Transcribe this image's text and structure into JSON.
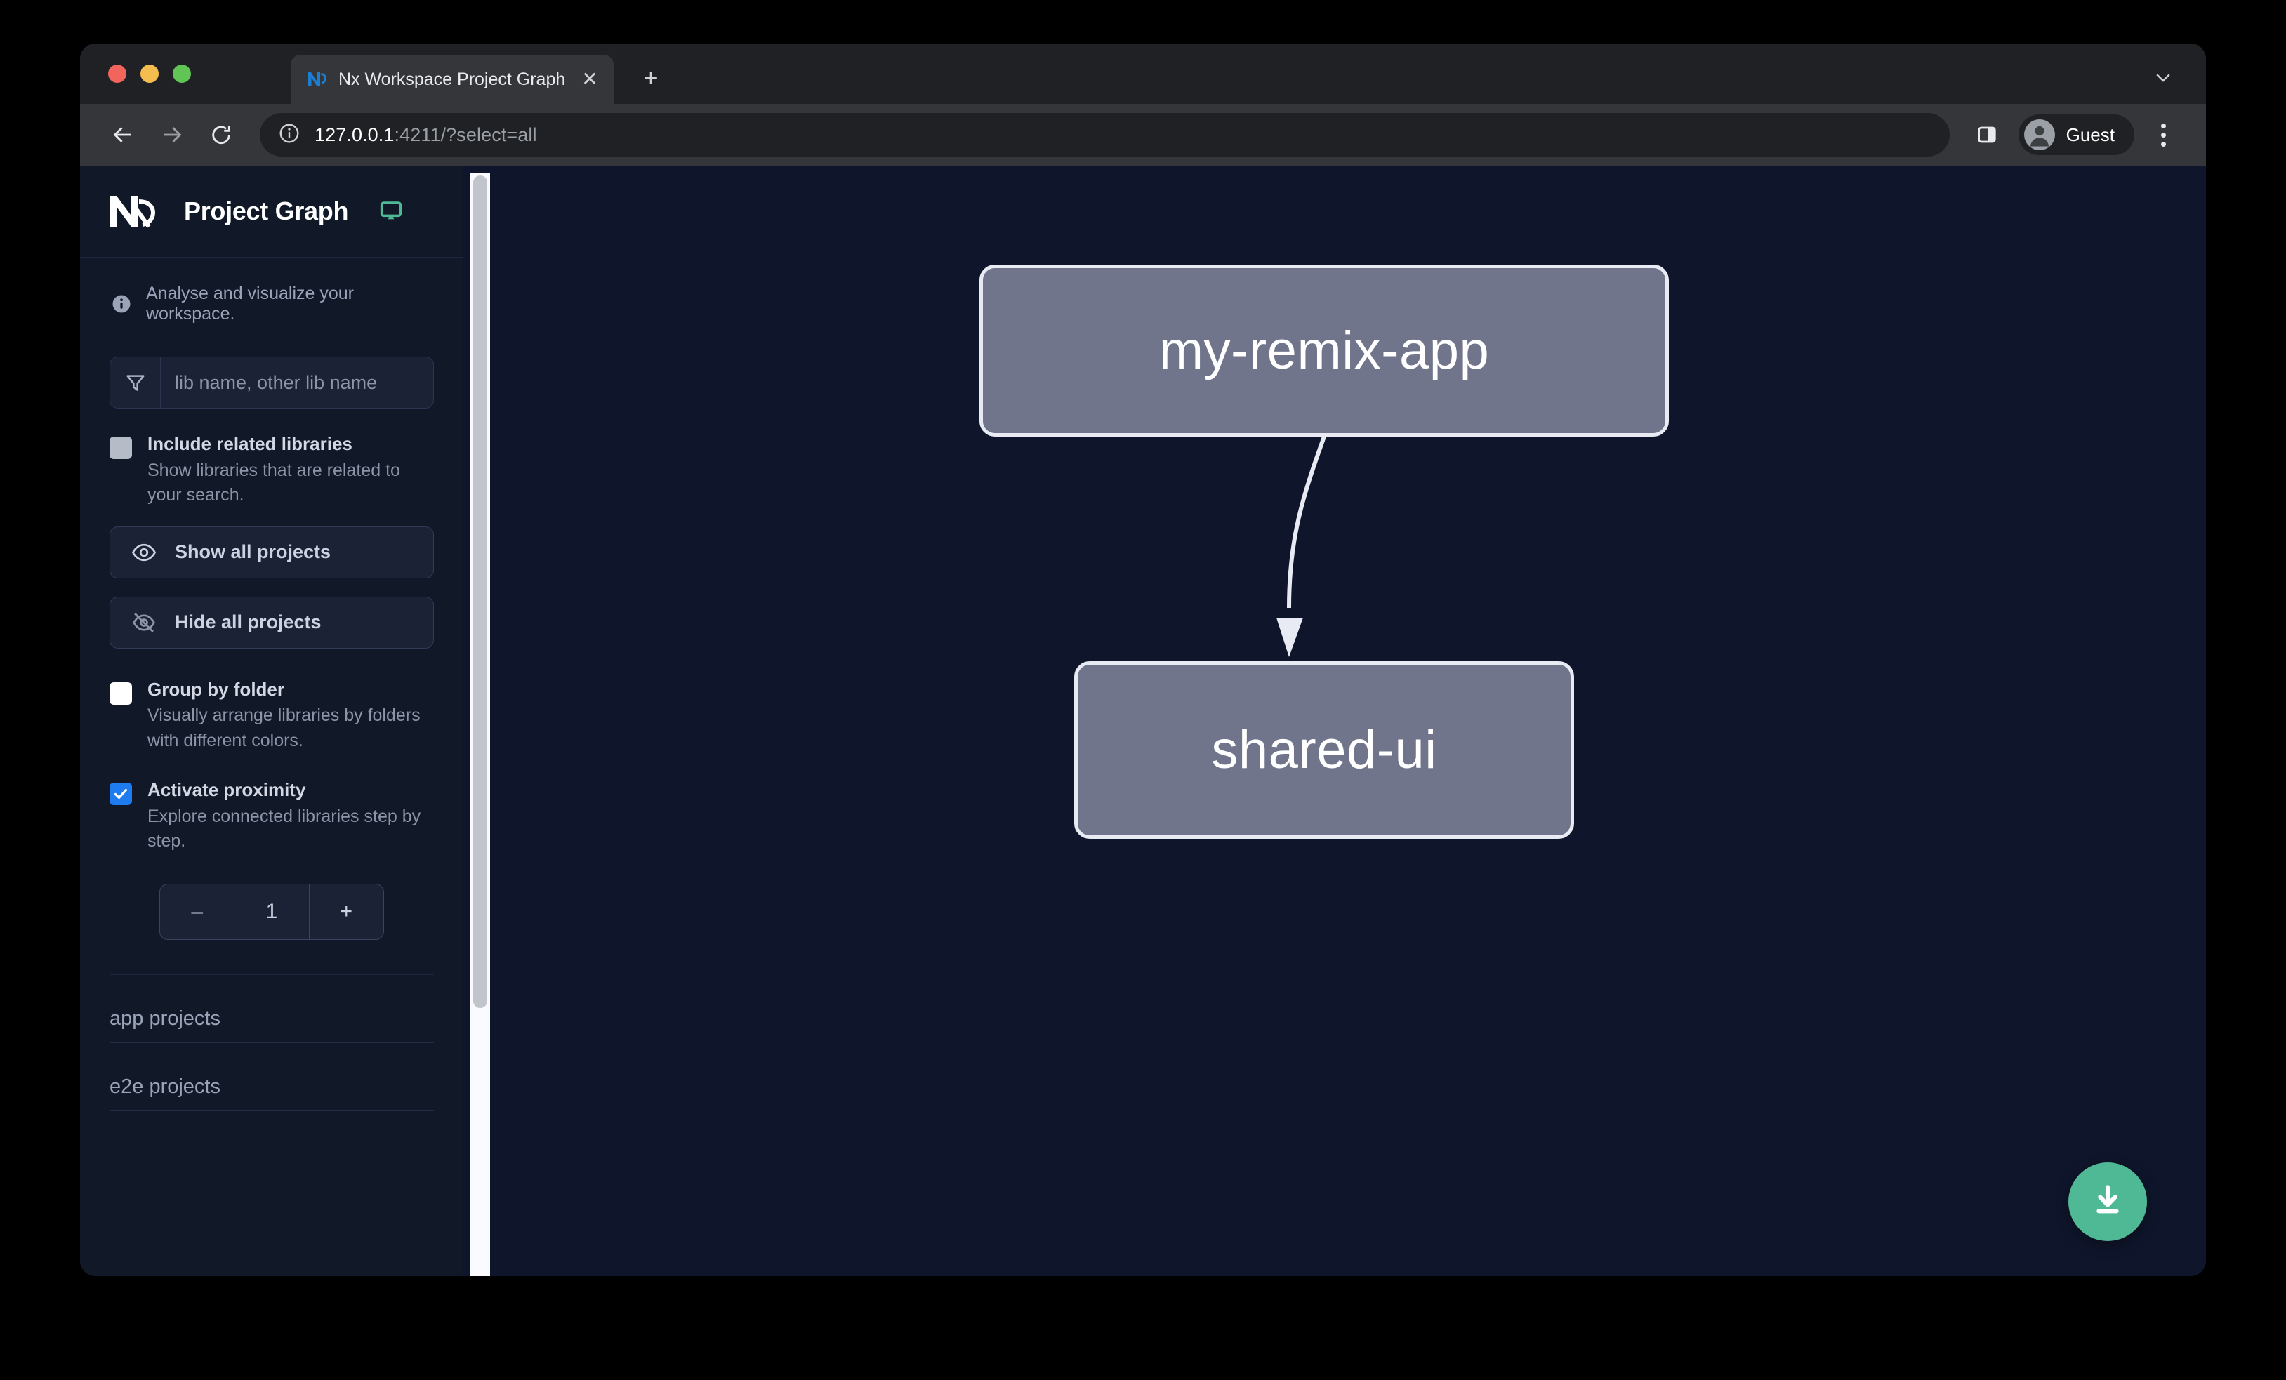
{
  "browser": {
    "tab": {
      "title": "Nx Workspace Project Graph",
      "favicon_name": "nx-favicon",
      "close_label": "✕"
    },
    "new_tab_label": "+",
    "tabstrip_chevron": "⌄",
    "toolbar": {
      "back_icon": "back-arrow-icon",
      "forward_icon": "forward-arrow-icon",
      "reload_icon": "reload-icon",
      "site_info_icon": "info-circle-icon",
      "url_host": "127.0.0.1",
      "url_rest": ":4211/?select=all",
      "side_panel_icon": "side-panel-icon",
      "profile_name": "Guest",
      "menu_icon": "three-dot-menu-icon"
    }
  },
  "sidebar": {
    "logo_name": "nx-logo",
    "title": "Project Graph",
    "monitor_icon": "monitor-icon",
    "subtitle": "Analyse and visualize your workspace.",
    "filter": {
      "icon": "funnel-filter-icon",
      "placeholder": "lib name, other lib name",
      "value": ""
    },
    "options": [
      {
        "name": "include-related-libraries",
        "label": "Include related libraries",
        "description": "Show libraries that are related to your search.",
        "checked": false,
        "box_style": "grey"
      },
      {
        "name": "group-by-folder",
        "label": "Group by folder",
        "description": "Visually arrange libraries by folders with different colors.",
        "checked": false,
        "box_style": "white"
      },
      {
        "name": "activate-proximity",
        "label": "Activate proximity",
        "description": "Explore connected libraries step by step.",
        "checked": true,
        "box_style": "blue"
      }
    ],
    "buttons": [
      {
        "name": "show-all-projects",
        "label": "Show all projects",
        "icon": "eye-icon"
      },
      {
        "name": "hide-all-projects",
        "label": "Hide all projects",
        "icon": "eye-slash-icon"
      }
    ],
    "stepper": {
      "decrement_label": "–",
      "value": "1",
      "increment_label": "+"
    },
    "groups": [
      {
        "name": "app-projects",
        "label": "app projects"
      },
      {
        "name": "e2e-projects",
        "label": "e2e projects"
      }
    ]
  },
  "graph": {
    "nodes": [
      {
        "id": "my-remix-app",
        "label": "my-remix-app"
      },
      {
        "id": "shared-ui",
        "label": "shared-ui"
      }
    ],
    "edges": [
      {
        "from": "my-remix-app",
        "to": "shared-ui"
      }
    ],
    "download_button": {
      "name": "download-graph-button",
      "icon": "download-icon"
    },
    "colors": {
      "background": "#0f152b",
      "node_fill": "#70758c",
      "node_border": "#e8ebf3",
      "edge": "#e8ebf3",
      "accent_green": "#4fb996"
    }
  }
}
